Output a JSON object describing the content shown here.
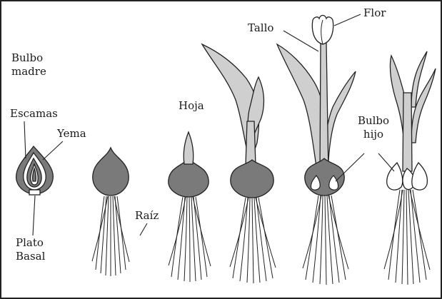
{
  "labels": {
    "bulbo_madre": "Bulbo madre",
    "escamas": "Escamas",
    "yema": "Yema",
    "plato_basal": "Plato Basal",
    "hoja": "Hoja",
    "raiz": "Raíz",
    "tallo": "Tallo",
    "flor": "Flor",
    "bulbo_hijo": "Bulbo hijo"
  },
  "colors": {
    "bulb_fill": "#7a7a7a",
    "leaf_fill": "#cfcfcf",
    "outline": "#222222",
    "background": "#ffffff"
  }
}
